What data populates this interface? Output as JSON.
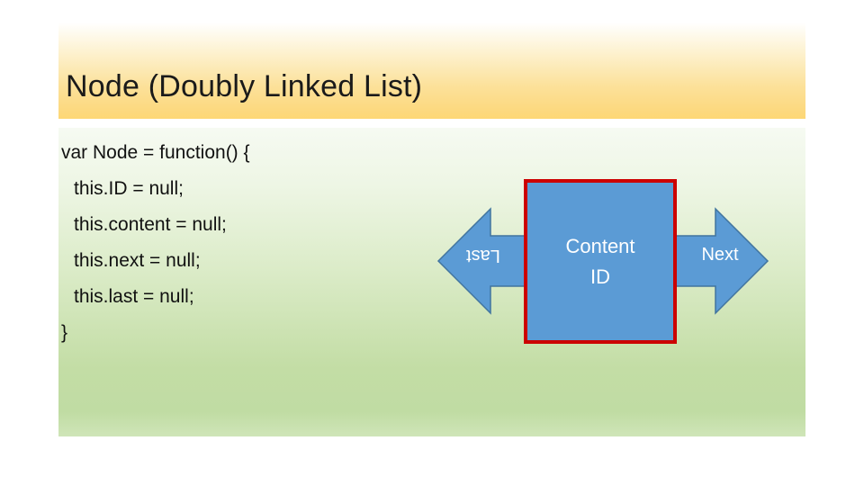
{
  "slide": {
    "title": "Node (Doubly Linked List)",
    "code_lines": [
      {
        "text": "var Node = function() {",
        "indent": false
      },
      {
        "text": "this.ID = null;",
        "indent": true
      },
      {
        "text": "this.content = null;",
        "indent": true
      },
      {
        "text": "this.next = null;",
        "indent": true
      },
      {
        "text": "this.last = null;",
        "indent": true
      },
      {
        "text": "}",
        "indent": false
      }
    ],
    "diagram": {
      "center_box": {
        "line1": "Content",
        "line2": "ID"
      },
      "left_arrow_label": "Last",
      "right_arrow_label": "Next"
    },
    "colors": {
      "accent_blue": "#5b9bd5",
      "border_red": "#cc0000",
      "title_band_yellow": "#fcd980",
      "body_green": "#c0dca3",
      "text_dark": "#111111",
      "text_light": "#ffffff"
    }
  }
}
